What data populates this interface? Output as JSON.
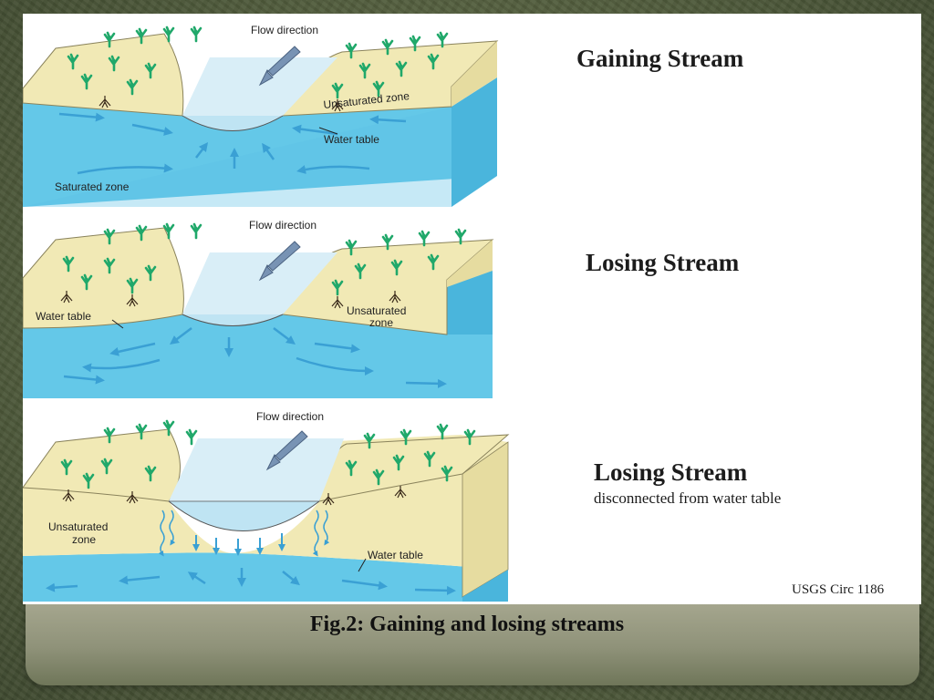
{
  "figure": {
    "caption": "Fig.2:  Gaining and losing streams",
    "credit": "USGS Circ 1186"
  },
  "panels": [
    {
      "title": "Gaining Stream",
      "flow_label": "Flow direction",
      "labels": {
        "unsaturated": "Unsaturated zone",
        "water_table": "Water table",
        "saturated": "Saturated zone"
      }
    },
    {
      "title": "Losing Stream",
      "flow_label": "Flow direction",
      "labels": {
        "water_table": "Water table",
        "unsaturated_line1": "Unsaturated",
        "unsaturated_line2": "zone"
      }
    },
    {
      "title": "Losing Stream",
      "subtitle": "disconnected from water table",
      "flow_label": "Flow direction",
      "labels": {
        "unsaturated_line1": "Unsaturated",
        "unsaturated_line2": "zone",
        "water_table": "Water table"
      }
    }
  ],
  "colors": {
    "land": "#f1e9b5",
    "land_side": "#e6dca0",
    "water": "#64c8e8",
    "water_dark": "#4ab5dc",
    "stream": "#d9eef7",
    "plants": "#20a86a",
    "arrows": "#3aa0d4",
    "flow_arrow": "#7893b4"
  }
}
